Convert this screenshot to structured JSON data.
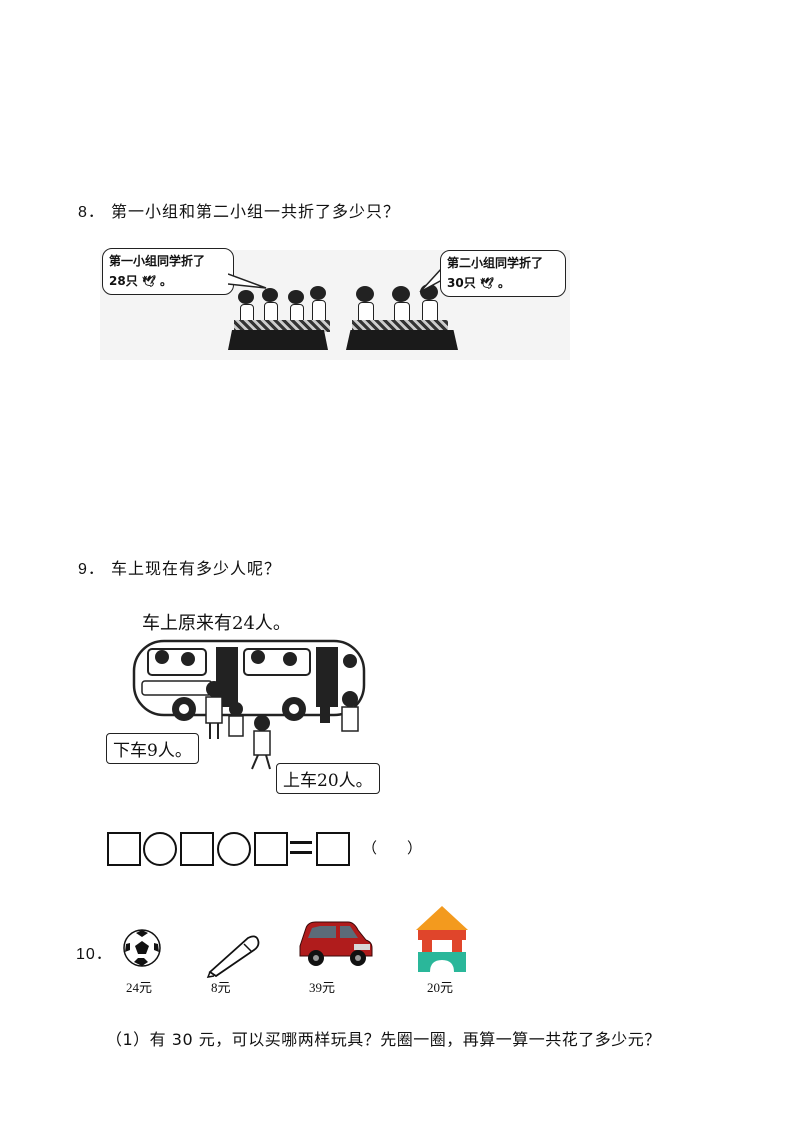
{
  "q8": {
    "number": "8．",
    "text": "第一小组和第二小组一共折了多少只？",
    "bubble_left_line1": "第一小组同学折了",
    "bubble_left_line2": "28只",
    "bubble_left_end": "。",
    "bubble_right_line1": "第二小组同学折了",
    "bubble_right_line2": "30只",
    "bubble_right_end": "。"
  },
  "q9": {
    "number": "9．",
    "text": "车上现在有多少人呢？",
    "bus_caption": "车上原来有24人。",
    "bubble_off": "下车9人。",
    "bubble_on": "上车20人。",
    "answer_unit": "（　　）"
  },
  "q10": {
    "number": "10．",
    "items": [
      {
        "name": "soccer-ball",
        "price": "24元"
      },
      {
        "name": "pen",
        "price": "8元"
      },
      {
        "name": "toy-car",
        "price": "39元"
      },
      {
        "name": "building-blocks",
        "price": "20元"
      }
    ],
    "sub1": "（1）有 30 元，可以买哪两样玩具？先圈一圈，再算一算一共花了多少元？"
  },
  "colors": {
    "car_red": "#b01c1c",
    "block_orange": "#f39a1e",
    "block_red": "#e0452b",
    "block_teal": "#2ab79a"
  }
}
